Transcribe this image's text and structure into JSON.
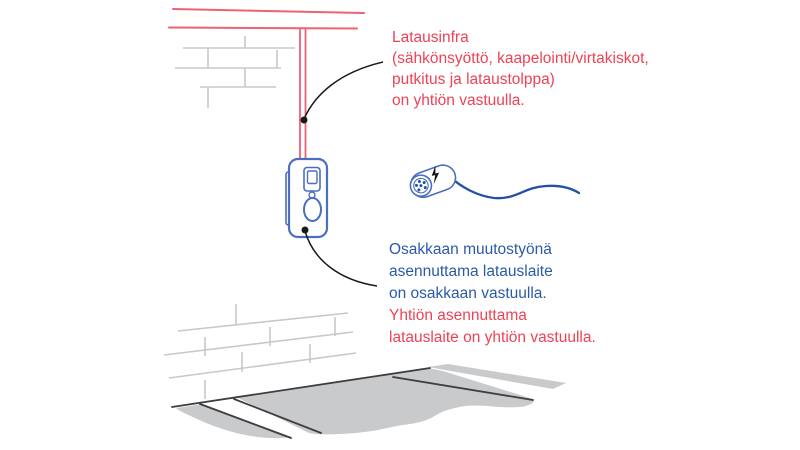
{
  "annotations": {
    "infra": {
      "color": "#ee4255",
      "lines": [
        "Latausinfra",
        "(sähkönsyöttö, kaapelointi/virtakiskot,",
        "putkitus ja lataustolppa)",
        "on yhtiön vastuulla."
      ]
    },
    "device": {
      "owner_color": "#2b5aa8",
      "company_color": "#ee4255",
      "owner_lines": [
        "Osakkaan muutostyönä",
        "asennuttama latauslaite",
        "on osakkaan vastuulla."
      ],
      "company_lines": [
        "Yhtiön asennuttama",
        "latauslaite on yhtiön vastuulla."
      ]
    }
  },
  "illustration_colors": {
    "infra_red": "#ef6172",
    "device_blue": "#4a6fc0",
    "cable_blue": "#2451a6",
    "brick_gray": "#c8c8ca",
    "floor_gray": "#c9cacc",
    "floor_line_dark": "#3e3e40",
    "pointer_black": "#1a1a1a"
  }
}
